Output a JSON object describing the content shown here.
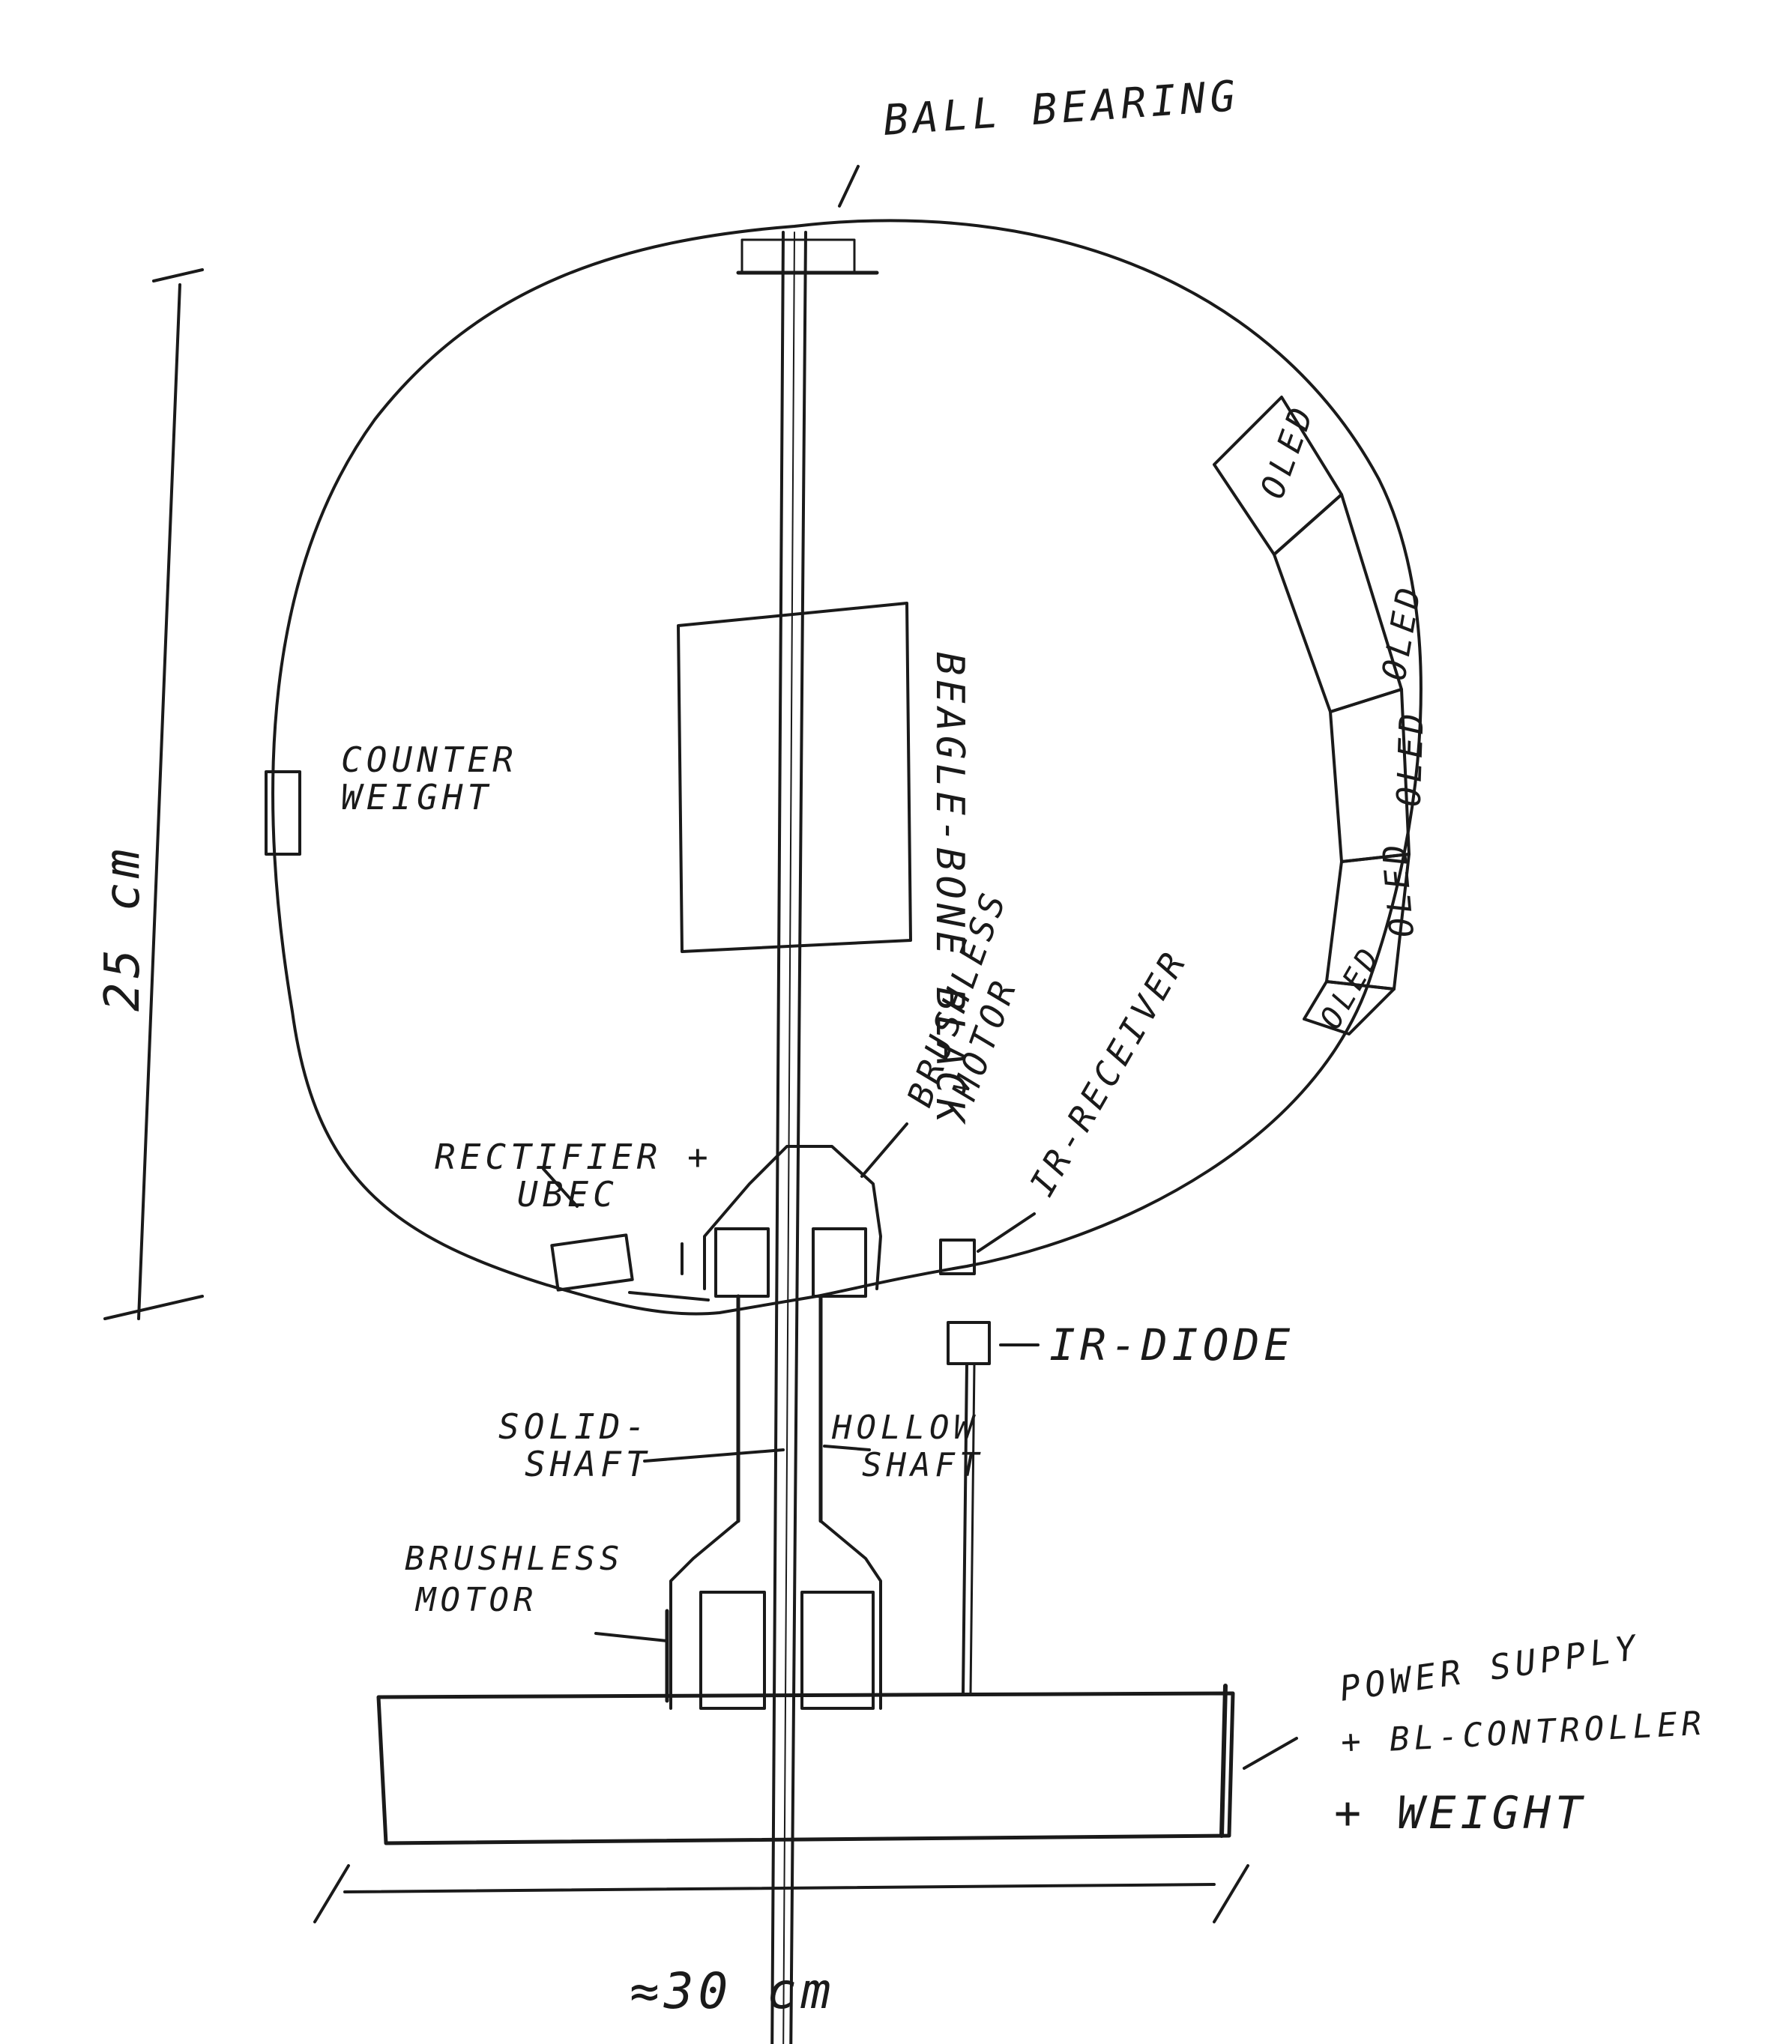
{
  "labels": {
    "ball_bearing": "BALL BEARING",
    "counter_weight_line1": "COUNTER",
    "counter_weight_line2": "WEIGHT",
    "beaglebone": "BEAGLE-BONE BLACK",
    "brushless_motor_top_line1": "BRUSHLESS",
    "brushless_motor_top_line2": "MOTOR",
    "ir_receiver": "IR-RECEIVER",
    "rectifier_line1": "RECTIFIER +",
    "rectifier_line2": "UBEC",
    "ir_diode": "IR-DIODE",
    "solid_shaft_line1": "SOLID-",
    "solid_shaft_line2": "SHAFT",
    "hollow_shaft_line1": "HOLLOW",
    "hollow_shaft_line2": "SHAFT",
    "brushless_motor_bottom_line1": "BRUSHLESS",
    "brushless_motor_bottom_line2": "MOTOR",
    "power_supply_line1": "POWER SUPPLY",
    "power_supply_line2": "+ BL-CONTROLLER",
    "power_supply_line3": "+ WEIGHT",
    "oled_1": "OLED",
    "oled_2": "OLED",
    "oled_3": "OLED",
    "oled_4": "OLED",
    "oled_5": "OLED",
    "height_dim": "25 cm",
    "width_dim": "≈30 cm"
  },
  "colors": {
    "ink": "#1a1a1a",
    "paper": "#ffffff"
  }
}
